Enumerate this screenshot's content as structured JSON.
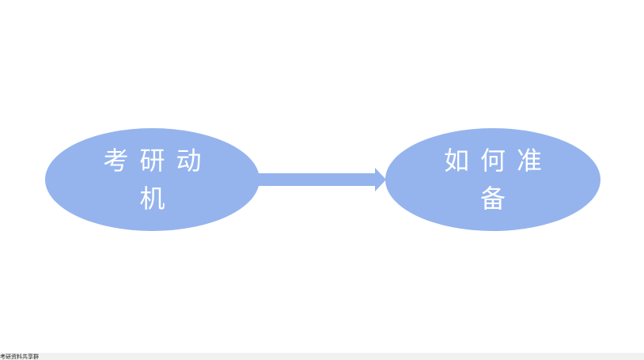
{
  "diagram": {
    "nodes": [
      {
        "label": "考研动机"
      },
      {
        "label": "如何准备"
      }
    ],
    "edges": [
      {
        "from": "考研动机",
        "to": "如何准备"
      }
    ]
  },
  "footer": {
    "text": "考研资料共享群"
  },
  "colors": {
    "node_fill": "#95b4ee",
    "arrow_fill": "#95b4ee",
    "node_text": "#ffffff",
    "background": "#ffffff"
  }
}
